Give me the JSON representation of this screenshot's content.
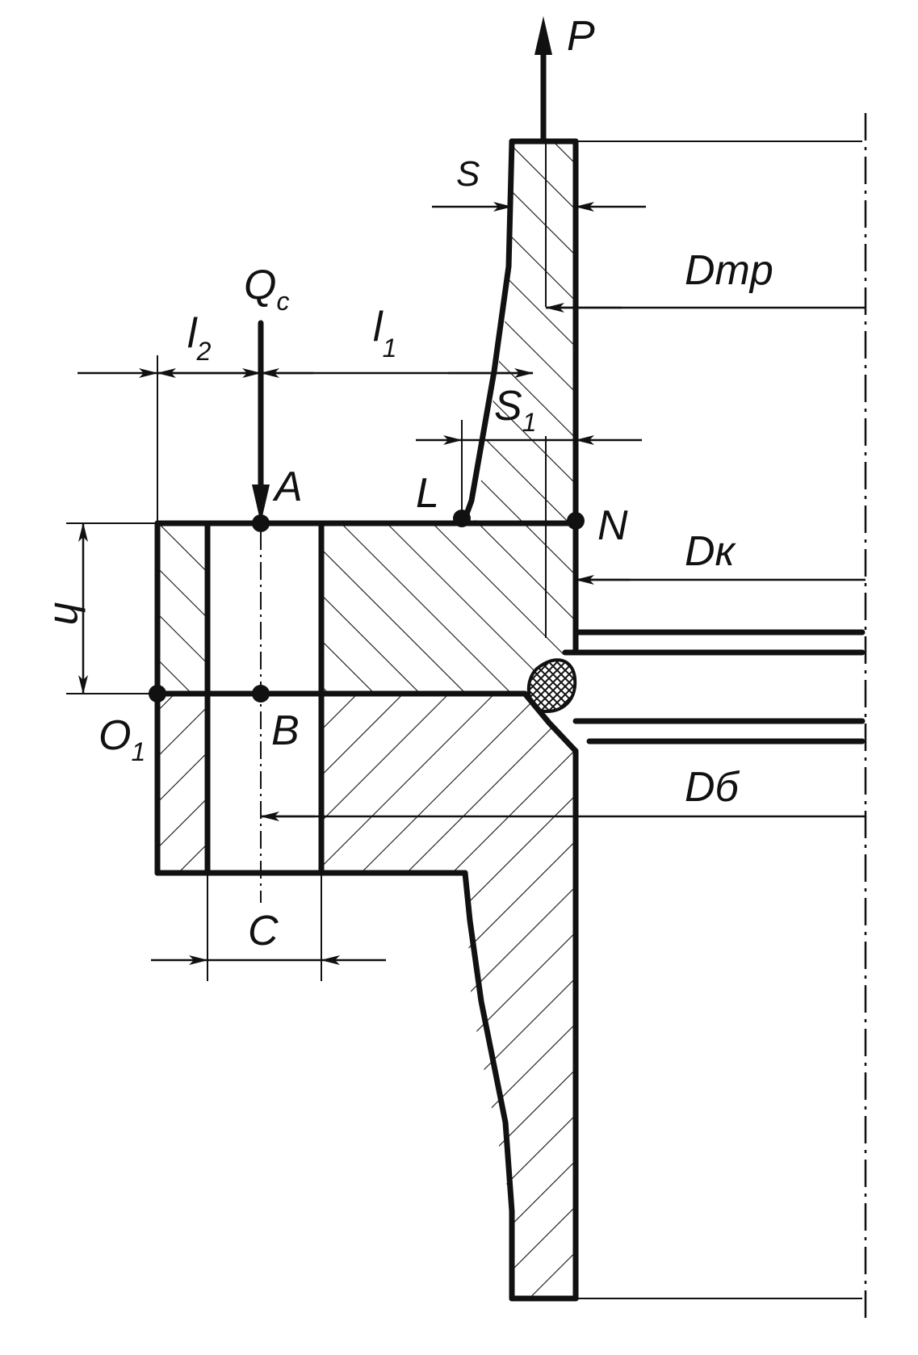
{
  "figure": {
    "labels": {
      "P": "P",
      "S": "S",
      "D_tr": "Dmp",
      "Q_c_main": "Q",
      "Q_c_sub": "c",
      "l2_main": "l",
      "l2_sub": "2",
      "l1_main": "l",
      "l1_sub": "1",
      "S1_main": "S",
      "S1_sub": "1",
      "A": "A",
      "L": "L",
      "N": "N",
      "D_k": "Dк",
      "h": "h",
      "O1_main": "O",
      "O1_sub": "1",
      "B": "B",
      "D_b": "Dб",
      "C": "C"
    }
  }
}
